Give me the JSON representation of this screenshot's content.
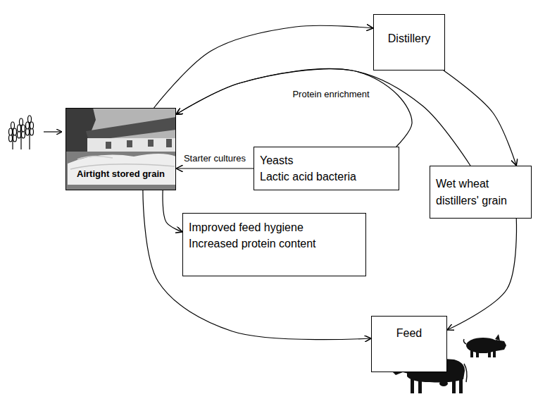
{
  "diagram": {
    "nodes": [
      {
        "text": [
          "Distillery"
        ]
      },
      {
        "text": [
          "Airtight stored grain"
        ]
      },
      {
        "text": [
          "Yeasts",
          "Lactic acid bacteria"
        ]
      },
      {
        "text": [
          "Wet wheat distillers' grain"
        ]
      },
      {
        "text": [
          "Improved feed hygiene",
          "Increased protein content"
        ]
      },
      {
        "text": [
          "Feed"
        ]
      }
    ],
    "edges": [
      {
        "from": 1,
        "to": 0,
        "arrow": "to"
      },
      {
        "from": 0,
        "to": 3,
        "arrow": "to"
      },
      {
        "from": 3,
        "to": 1,
        "label": "Protein enrichment",
        "arrow": "to"
      },
      {
        "from": 2,
        "to": 1,
        "arrow": "to"
      },
      {
        "from": 2,
        "to": 1,
        "label": "Starter cultures",
        "arrow": "to"
      },
      {
        "from": 1,
        "to": 4,
        "arrow": "to"
      },
      {
        "from": 1,
        "to": 5,
        "arrow": "to"
      },
      {
        "from": 3,
        "to": 5,
        "arrow": "to"
      }
    ]
  }
}
